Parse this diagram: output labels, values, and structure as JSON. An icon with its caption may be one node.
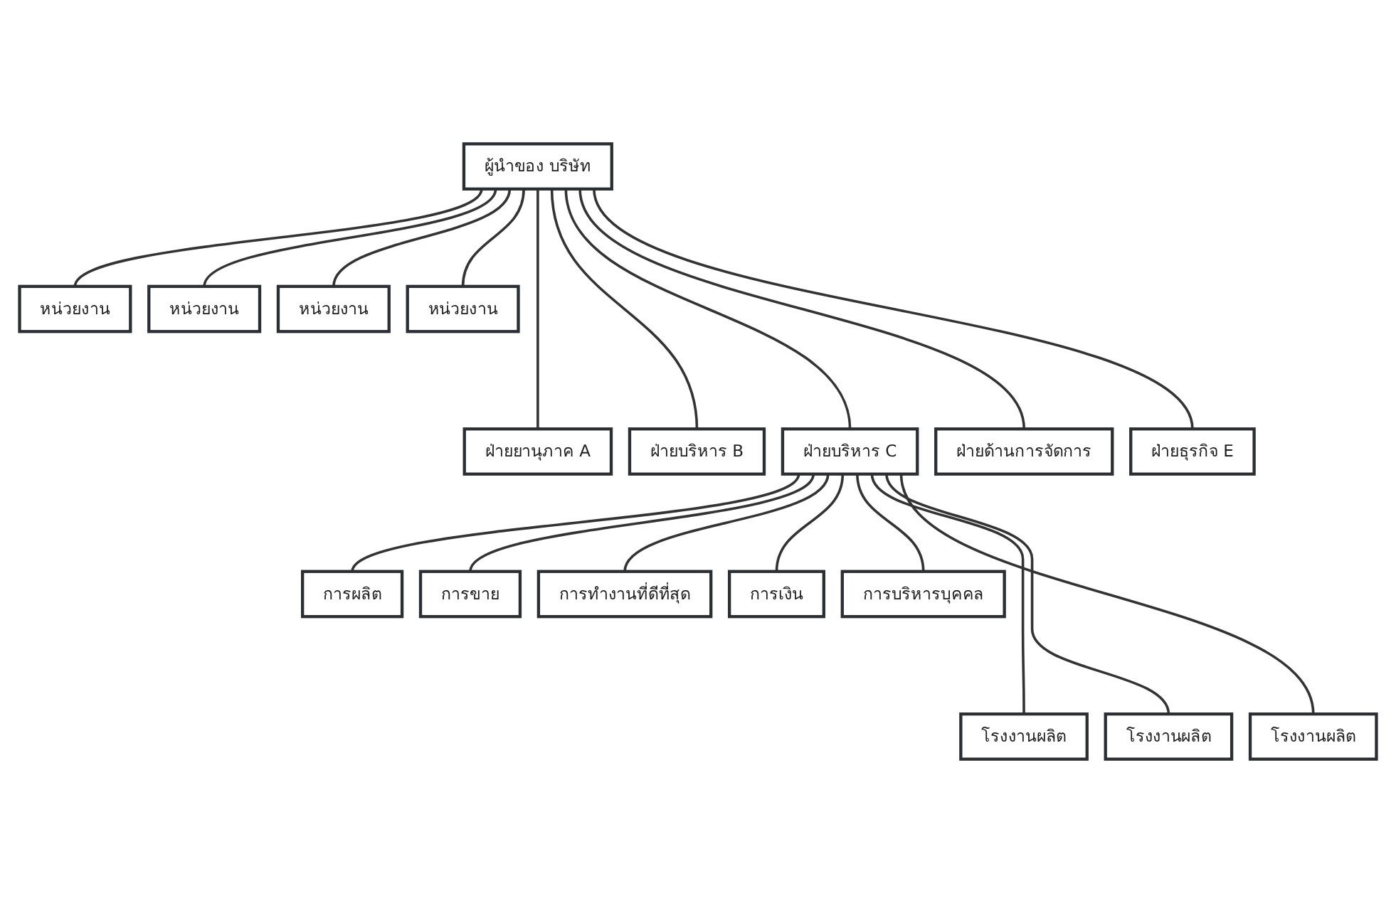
{
  "diagram": {
    "nodes": [
      {
        "text": [
          "ผู้นำของ บริษัท"
        ]
      },
      {
        "text": [
          "หน่วยงาน"
        ]
      },
      {
        "text": [
          "หน่วยงาน"
        ]
      },
      {
        "text": [
          "หน่วยงาน"
        ]
      },
      {
        "text": [
          "หน่วยงาน"
        ]
      },
      {
        "text": [
          "ฝ่ายยานุภาค A"
        ]
      },
      {
        "text": [
          "ฝ่ายบริหาร B"
        ]
      },
      {
        "text": [
          "ฝ่ายบริหาร C"
        ]
      },
      {
        "text": [
          "ฝ่ายด้านการจัดการ"
        ]
      },
      {
        "text": [
          "ฝ่ายธุรกิจ E"
        ]
      },
      {
        "text": [
          "การผลิต"
        ]
      },
      {
        "text": [
          "การขาย"
        ]
      },
      {
        "text": [
          "การทำงานที่ดีที่สุด"
        ]
      },
      {
        "text": [
          "การเงิน"
        ]
      },
      {
        "text": [
          "การบริหารบุคคล"
        ]
      },
      {
        "text": [
          "โรงงานผลิต"
        ]
      },
      {
        "text": [
          "โรงงานผลิต"
        ]
      },
      {
        "text": [
          "โรงงานผลิต"
        ]
      }
    ],
    "edges": [
      {
        "from": 0,
        "to": 1,
        "arrow": "none"
      },
      {
        "from": 0,
        "to": 2,
        "arrow": "none"
      },
      {
        "from": 0,
        "to": 3,
        "arrow": "none"
      },
      {
        "from": 0,
        "to": 4,
        "arrow": "none"
      },
      {
        "from": 0,
        "to": 5,
        "arrow": "none"
      },
      {
        "from": 0,
        "to": 6,
        "arrow": "none"
      },
      {
        "from": 0,
        "to": 7,
        "arrow": "none"
      },
      {
        "from": 0,
        "to": 8,
        "arrow": "none"
      },
      {
        "from": 0,
        "to": 9,
        "arrow": "none"
      },
      {
        "from": 7,
        "to": 10,
        "arrow": "none"
      },
      {
        "from": 7,
        "to": 11,
        "arrow": "none"
      },
      {
        "from": 7,
        "to": 12,
        "arrow": "none"
      },
      {
        "from": 7,
        "to": 13,
        "arrow": "none"
      },
      {
        "from": 7,
        "to": 14,
        "arrow": "none"
      },
      {
        "from": 7,
        "to": 15,
        "arrow": "none"
      },
      {
        "from": 7,
        "to": 16,
        "arrow": "none"
      },
      {
        "from": 7,
        "to": 17,
        "arrow": "none"
      }
    ]
  }
}
